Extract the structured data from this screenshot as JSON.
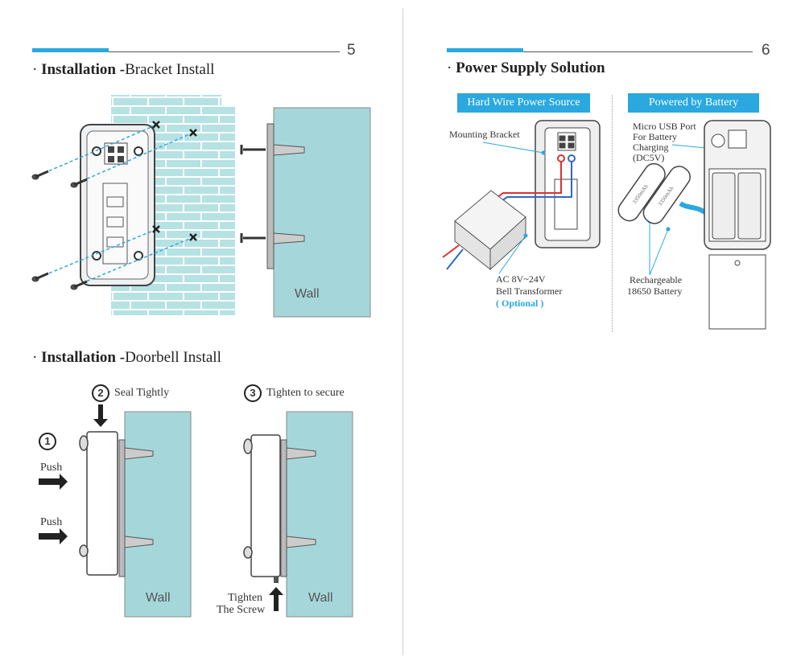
{
  "left_page": {
    "page_number": "5",
    "section1": {
      "bold": "Installation -",
      "rest": "Bracket Install"
    },
    "section2": {
      "bold": "Installation -",
      "rest": "Doorbell Install"
    },
    "wall_label": "Wall",
    "step1": "1",
    "step2": {
      "num": "2",
      "text": "Seal Tightly"
    },
    "step3": {
      "num": "3",
      "text": "Tighten to secure"
    },
    "push1": "Push",
    "push2": "Push",
    "tighten_line1": "Tighten",
    "tighten_line2": "The Screw"
  },
  "right_page": {
    "page_number": "6",
    "title": "Power Supply Solution",
    "hard_wire_pill": "Hard Wire Power Source",
    "battery_pill": "Powered by Battery",
    "mounting_bracket": "Mounting Bracket",
    "transformer_line1": "AC 8V~24V",
    "transformer_line2": "Bell Transformer",
    "transformer_optional": "( Optional )",
    "usb_line1": "Micro USB Port",
    "usb_line2": "For Battery",
    "usb_line3": "Charging",
    "usb_line4": "(DC5V)",
    "battery_line1": "Rechargeable",
    "battery_line2": "18650 Battery",
    "battery_cell_text": "3350mAh"
  },
  "colors": {
    "accent": "#2aa8df",
    "wall": "#a5d7da",
    "brick": "#b6e2e4",
    "brick_mortar": "#ffffff"
  }
}
